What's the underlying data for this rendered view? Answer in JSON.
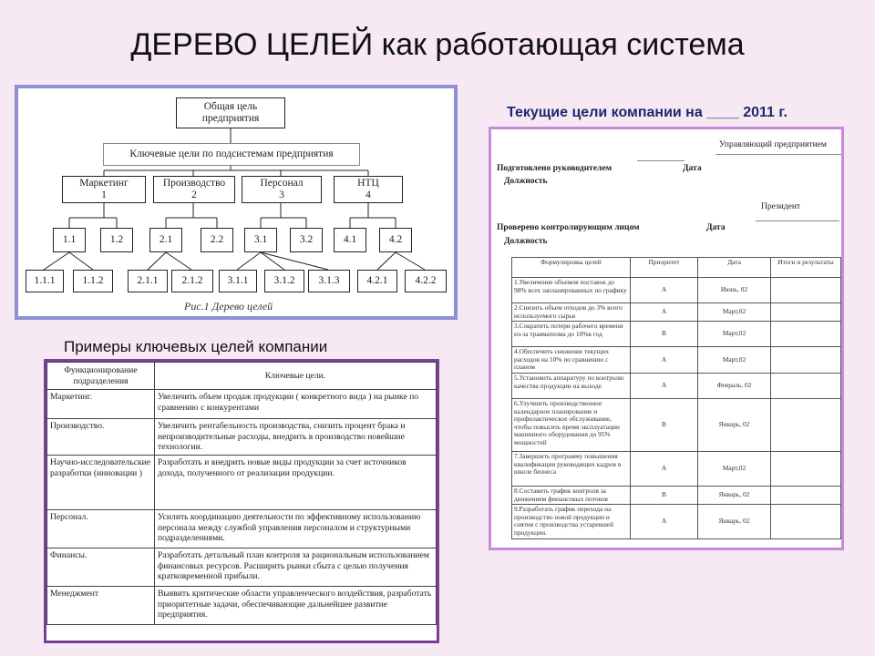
{
  "slide": {
    "title": "ДЕРЕВО ЦЕЛЕЙ как работающая система"
  },
  "tree": {
    "root": [
      "Общая цель",
      "предприятия"
    ],
    "key_goals": "Ключевые цели по подсистемам предприятия",
    "level1": [
      {
        "name": "Маркетинг",
        "num": "1"
      },
      {
        "name": "Производство",
        "num": "2"
      },
      {
        "name": "Персонал",
        "num": "3"
      },
      {
        "name": "НТЦ",
        "num": "4"
      }
    ],
    "level2": [
      "1.1",
      "1.2",
      "2.1",
      "2.2",
      "3.1",
      "3.2",
      "4.1",
      "4.2"
    ],
    "level3": [
      "1.1.1",
      "1.1.2",
      "2.1.1",
      "2.1.2",
      "3.1.1",
      "3.1.2",
      "3.1.3",
      "4.2.1",
      "4.2.2"
    ],
    "caption": "Рис.1 Дерево целей"
  },
  "examples": {
    "title": "Примеры ключевых целей компании",
    "headers": [
      "Функционирование подразделения",
      "Ключевые цели."
    ],
    "rows": [
      {
        "dep": "Маркетинг.",
        "goal": "Увеличить объем продаж продукции ( конкретного вида ) на рынке по сравнению с конкурентами"
      },
      {
        "dep": "Производство.",
        "goal": "Увеличить рентабельность производства, снизить процент брака и непроизводительные расходы, внедрить в производство новейшие технологии."
      },
      {
        "dep": "Научно-исследовательские разработки (инновации )",
        "goal": "Разработать и внедрить новые виды продукции за счет источников дохода, полученного от реализации продукции."
      },
      {
        "dep": "Персонал.",
        "goal": "Усилить координацию деятельности по эффективному использованию персонала между службой управления персоналом и структурными подразделениями."
      },
      {
        "dep": "Финансы.",
        "goal": "Разработать детальный план контроля за рациональным использованием финансовых ресурсов. Расширить рынки сбыта с целью получения кратковременной прибыли."
      },
      {
        "dep": "Менеджмент",
        "goal": "Выявить критические области управленческого воздействия, разработать приоритетные задачи, обеспечивающие дальнейшее развитие предприятия."
      }
    ]
  },
  "current": {
    "title": "Текущие цели компании  на ____ 2011 г.",
    "manager": "Управляющий предприятием",
    "prepared": "Подготовлено руководителем",
    "date": "Дата",
    "position": "Должность",
    "president": "Президент",
    "checked": "Проверено контролирующим лицом",
    "headers": [
      "Формулировка целей",
      "Приоритет",
      "Дата",
      "Итоги и результаты"
    ],
    "rows": [
      {
        "goal": "1.Увеличение объемов поставок до 98% всех запланированных по графику",
        "prio": "A",
        "date": "Июнь, 02"
      },
      {
        "goal": "2.Снизить объем отходов до 3% всего используемого сырья",
        "prio": "A",
        "date": "Март,02"
      },
      {
        "goal": "3.Сократить потери рабочего времени из-за травматизма до 10%в год",
        "prio": "B",
        "date": "Март,02"
      },
      {
        "goal": "4.Обеспечить снижение текущих расходов на 10% по сравнению с планом",
        "prio": "A",
        "date": "Март,02"
      },
      {
        "goal": "5.Установить аппаратуру по контролю качества продукции на выходе",
        "prio": "A",
        "date": "Февраль, 02"
      },
      {
        "goal": "6.Улучшить производственное календарное планирование и профилактическое обслуживание, чтобы повысить время эксплуатации машинного оборудования до 95% мощностей",
        "prio": "B",
        "date": "Январь, 02"
      },
      {
        "goal": "7.Завершить программу повышения квалификации руководящих кадров в школе бизнеса",
        "prio": "A",
        "date": "Март,02"
      },
      {
        "goal": "8.Составить график контроля за движением финансовых потоков",
        "prio": "B",
        "date": "Январь, 02"
      },
      {
        "goal": "9.Разработать график перехода на производство новой продукции и снятия с производства устаревшей продукции.",
        "prio": "A",
        "date": "Январь, 02"
      }
    ]
  }
}
